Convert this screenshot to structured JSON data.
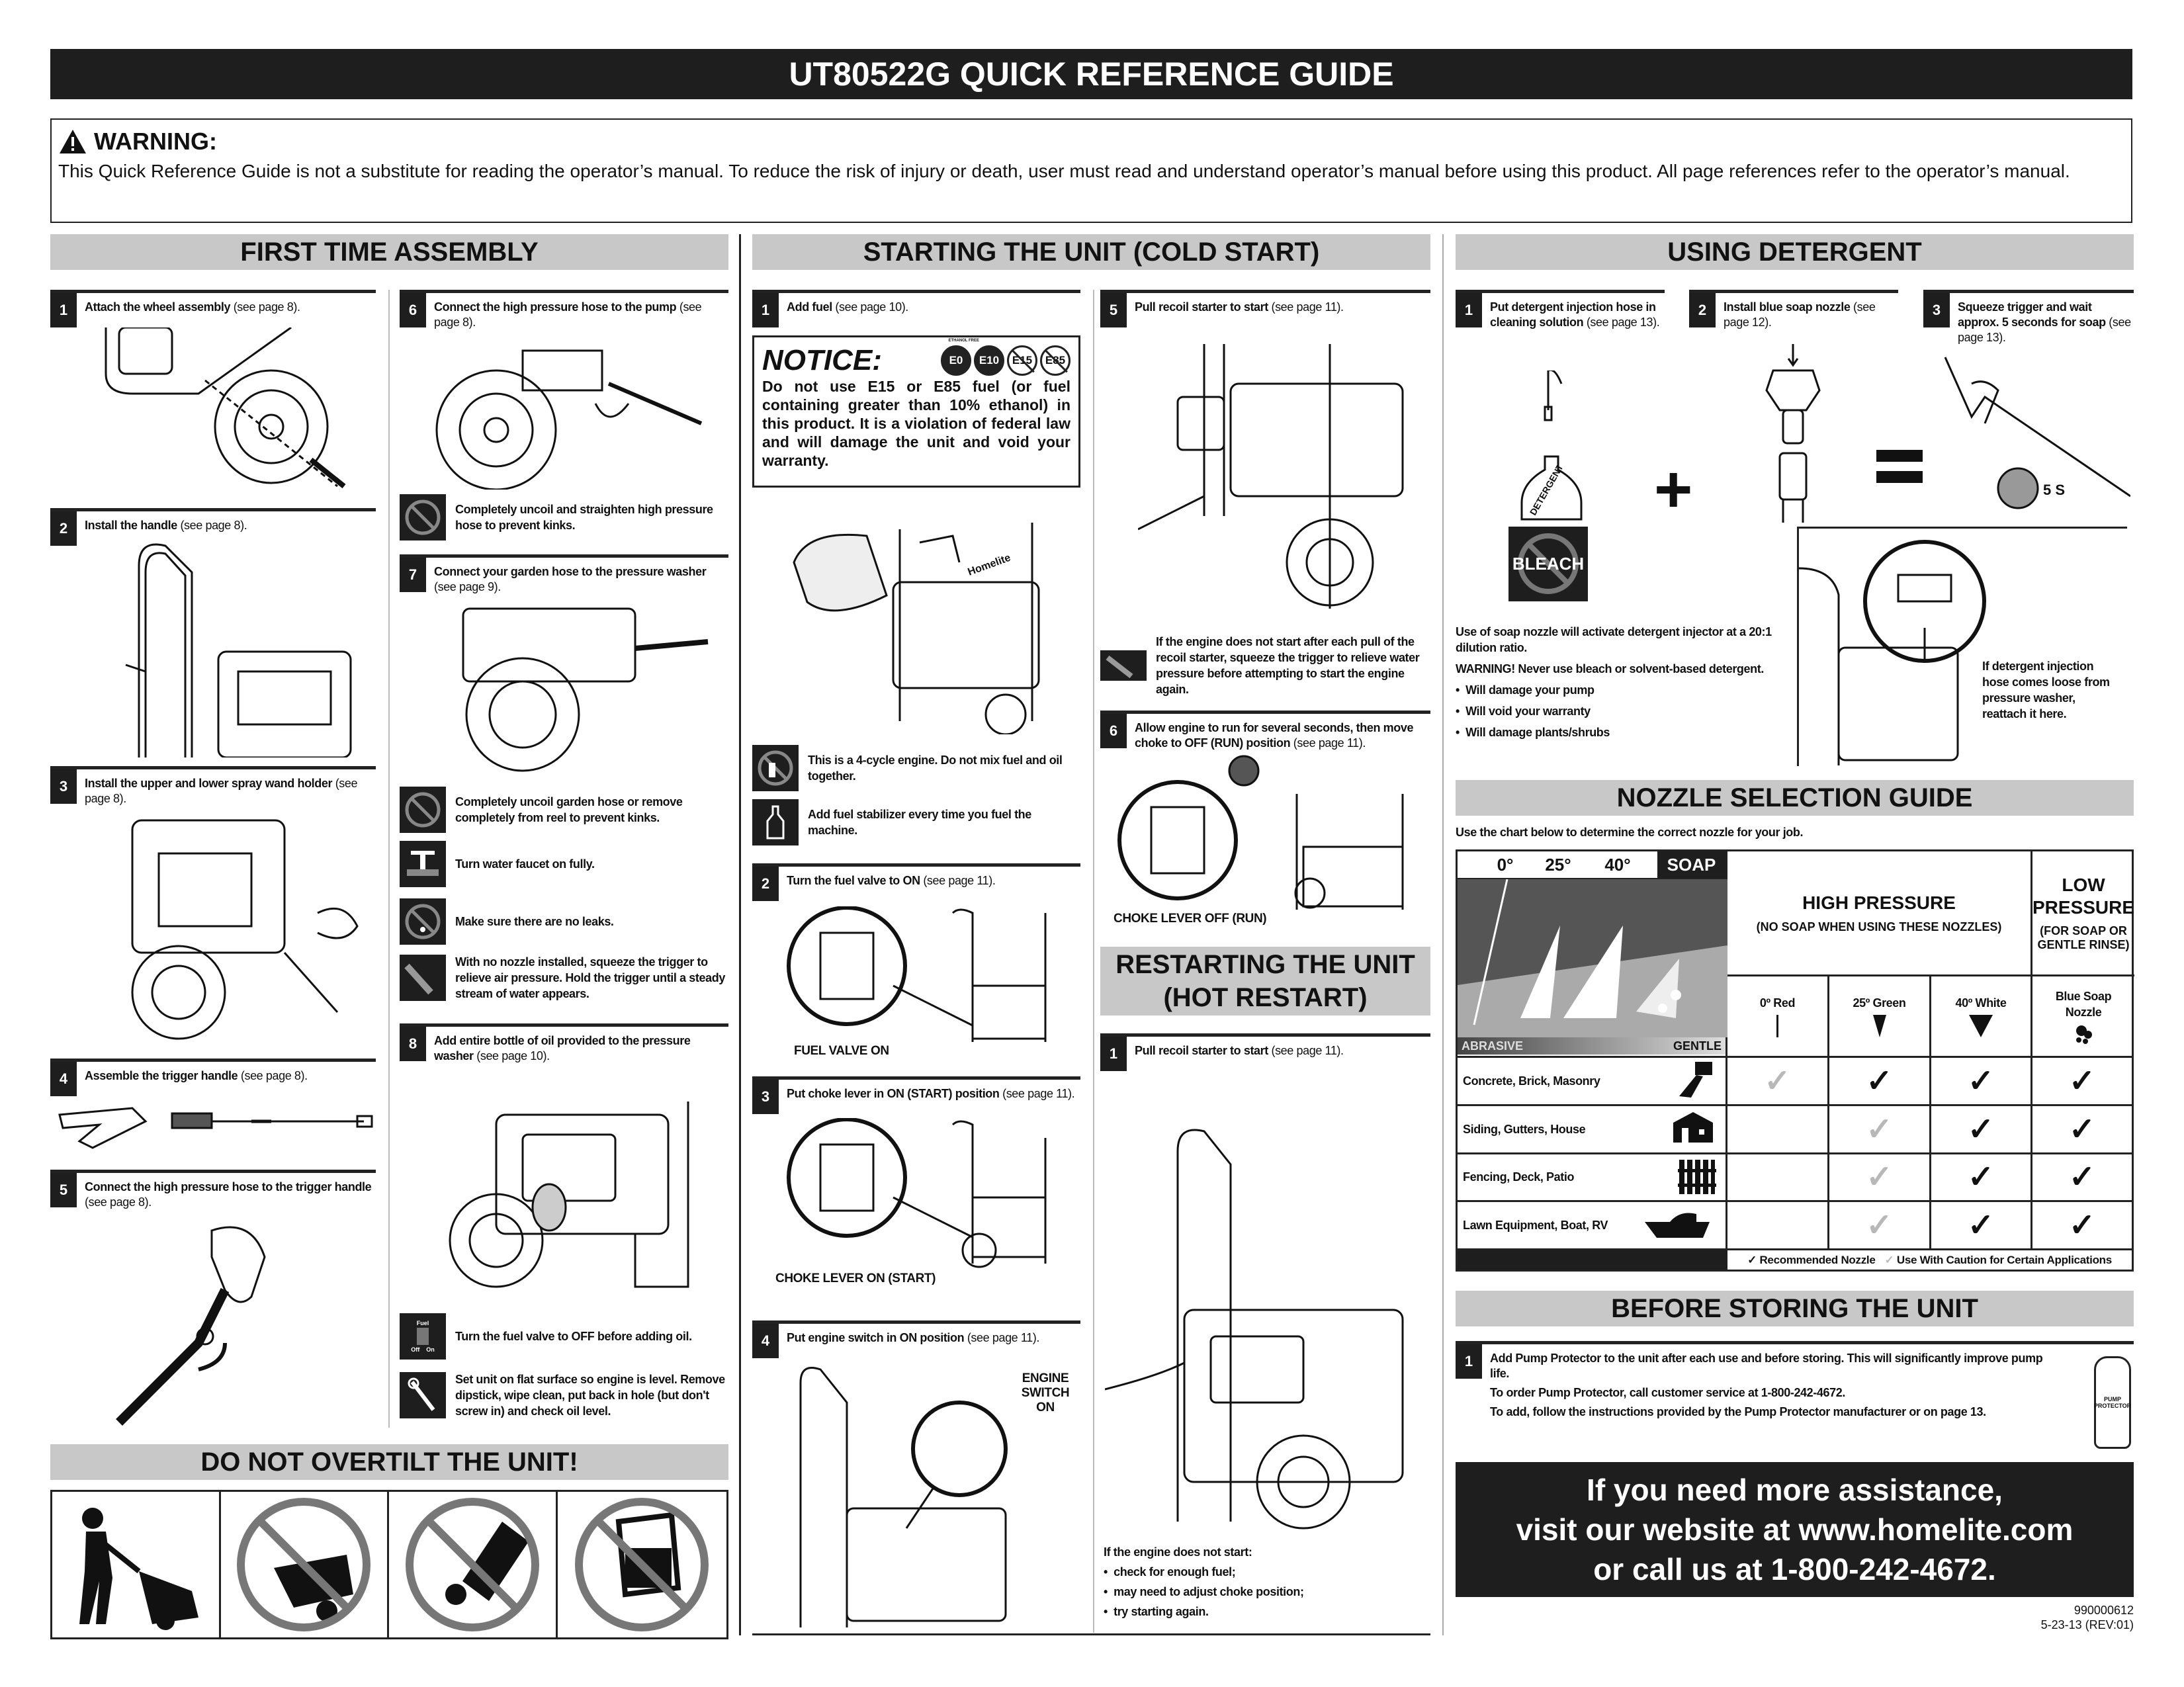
{
  "title": "UT80522G QUICK REFERENCE GUIDE",
  "warning": {
    "heading": "WARNING:",
    "body": "This Quick Reference Guide is not a substitute for reading the operator’s manual. To reduce the risk of injury or death, user must read and understand operator’s manual before using this product. All page references refer to the operator’s manual."
  },
  "assembly": {
    "heading": "FIRST TIME ASSEMBLY",
    "steps": [
      {
        "num": "1",
        "action": "Attach the wheel assembly",
        "ref": "(see page 8)."
      },
      {
        "num": "2",
        "action": "Install the handle",
        "ref": "(see page 8)."
      },
      {
        "num": "3",
        "action": "Install the upper and lower spray wand holder",
        "ref": "(see page 8)."
      },
      {
        "num": "4",
        "action": "Assemble the trigger handle",
        "ref": "(see page 8)."
      },
      {
        "num": "5",
        "action": "Connect the high pressure hose to the trigger handle",
        "ref": "(see page 8)."
      },
      {
        "num": "6",
        "action": "Connect the high pressure hose to the pump",
        "ref": "(see page 8)."
      },
      {
        "num": "7",
        "action": "Connect your garden hose to the pressure washer",
        "ref": "(see page 9)."
      },
      {
        "num": "8",
        "action": "Add entire bottle of oil provided to the pressure washer",
        "ref": "(see page 10)."
      }
    ],
    "tips": [
      "Completely uncoil and straighten high pressure hose to prevent kinks.",
      "Completely uncoil garden hose or remove completely from reel to prevent kinks.",
      "Turn water faucet on fully.",
      "Make sure there are no leaks.",
      "With no nozzle installed, squeeze the trigger to relieve air pressure. Hold the trigger until a steady stream of water appears.",
      "Turn the fuel valve to OFF before adding oil.",
      "Set unit on flat surface so engine is level. Remove dipstick, wipe clean, put back in hole (but don't screw in) and check oil level."
    ],
    "fuel_icon": {
      "label": "Fuel",
      "off": "Off",
      "on": "On"
    }
  },
  "overtilt": {
    "heading": "DO NOT OVERTILT THE UNIT!"
  },
  "cold_start": {
    "heading": "STARTING THE UNIT (COLD START)",
    "steps": [
      {
        "num": "1",
        "action": "Add fuel",
        "ref": "(see page 10)."
      },
      {
        "num": "2",
        "action": "Turn the fuel valve to ON",
        "ref": "(see page 11)."
      },
      {
        "num": "3",
        "action": "Put choke lever in ON (START) position",
        "ref": "(see page 11)."
      },
      {
        "num": "4",
        "action": "Put engine switch in ON position",
        "ref": "(see page 11)."
      },
      {
        "num": "5",
        "action": "Pull recoil starter to start",
        "ref": "(see page 11)."
      },
      {
        "num": "6",
        "action": "Allow engine to run for several seconds, then move choke to OFF (RUN) position",
        "ref": "(see page 11)."
      }
    ],
    "notice": {
      "heading": "NOTICE:",
      "badges": [
        "E0",
        "E10",
        "E15",
        "E85"
      ],
      "badge_ring": "ETHANOL FREE",
      "body": "Do not use E15 or E85 fuel (or fuel containing greater than 10% ethanol) in this product. It is a violation of federal law and will damage the unit and void your warranty."
    },
    "brand": "Homelite",
    "tips": [
      "This is a 4-cycle engine. Do not mix fuel and oil together.",
      "Add fuel stabilizer every time you fuel the machine.",
      "If the engine does not start after each pull of the recoil starter, squeeze the trigger to relieve water pressure before attempting to start the engine again."
    ],
    "captions": {
      "fuel_valve": "FUEL VALVE ON",
      "choke_on": "CHOKE LEVER ON (START)",
      "engine_switch": "ENGINE SWITCH ON",
      "choke_off": "CHOKE LEVER OFF (RUN)"
    }
  },
  "hot_restart": {
    "heading": "RESTARTING THE UNIT (HOT RESTART)",
    "steps": [
      {
        "num": "1",
        "action": "Pull recoil starter to start",
        "ref": "(see page 11)."
      }
    ],
    "no_start_intro": "If the engine does not start:",
    "no_start_items": [
      "check for enough fuel;",
      "may need to adjust choke position;",
      "try starting again."
    ]
  },
  "detergent": {
    "heading": "USING DETERGENT",
    "steps": [
      {
        "num": "1",
        "action": "Put detergent injection hose in cleaning solution",
        "ref": "(see page 13)."
      },
      {
        "num": "2",
        "action": "Install blue soap nozzle",
        "ref": "(see page 12)."
      },
      {
        "num": "3",
        "action": "Squeeze trigger and wait approx. 5 seconds for soap",
        "ref": "(see page 13)."
      }
    ],
    "bottle_label": "DETERGENT",
    "bleach_label": "BLEACH",
    "timer_label": "5 S",
    "info": "Use of soap nozzle will activate detergent injector at a 20:1 dilution ratio.",
    "warning": "WARNING! Never use bleach or solvent-based detergent.",
    "bullets": [
      "Will damage your pump",
      "Will void your warranty",
      "Will damage plants/shrubs"
    ],
    "reattach_note": "If detergent injection hose comes loose from pressure washer, reattach it here."
  },
  "nozzle": {
    "heading": "NOZZLE SELECTION GUIDE",
    "intro": "Use the chart below to determine the correct nozzle for your job.",
    "degrees": [
      "0°",
      "25°",
      "40°"
    ],
    "soap": "SOAP",
    "scale_left": "ABRASIVE",
    "scale_right": "GENTLE",
    "high_pressure": "HIGH PRESSURE",
    "high_pressure_sub": "(NO SOAP WHEN USING THESE NOZZLES)",
    "low_pressure": "LOW PRESSURE",
    "low_pressure_sub": "(FOR SOAP OR GENTLE RINSE)",
    "columns": [
      "0º Red",
      "25º Green",
      "40º White",
      "Blue Soap Nozzle"
    ],
    "rows": [
      {
        "label": "Concrete, Brick, Masonry",
        "marks": [
          "caution",
          "recommended",
          "recommended",
          "recommended"
        ]
      },
      {
        "label": "Siding, Gutters, House",
        "marks": [
          "none",
          "caution",
          "recommended",
          "recommended"
        ]
      },
      {
        "label": "Fencing, Deck, Patio",
        "marks": [
          "none",
          "caution",
          "recommended",
          "recommended"
        ]
      },
      {
        "label": "Lawn Equipment, Boat, RV",
        "marks": [
          "none",
          "caution",
          "recommended",
          "recommended"
        ]
      }
    ],
    "legend_recommended": "Recommended Nozzle",
    "legend_caution": "Use With Caution for Certain Applications",
    "check_glyph": "✓"
  },
  "storing": {
    "heading": "BEFORE STORING THE UNIT",
    "step_num": "1",
    "lines": [
      "Add Pump Protector to the unit after each use and before storing. This will significantly improve pump life.",
      "To order Pump Protector, call customer service at 1-800-242-4672.",
      "To add, follow the instructions provided by the Pump Protector manufacturer or on page 13."
    ],
    "bottle_label": "PUMP PROTECTOR"
  },
  "assistance": [
    "If you need more assistance,",
    "visit our website at www.homelite.com",
    "or call us at 1-800-242-4672."
  ],
  "footer": {
    "part_number": "990000612",
    "revision": "5-23-13 (REV:01)"
  }
}
